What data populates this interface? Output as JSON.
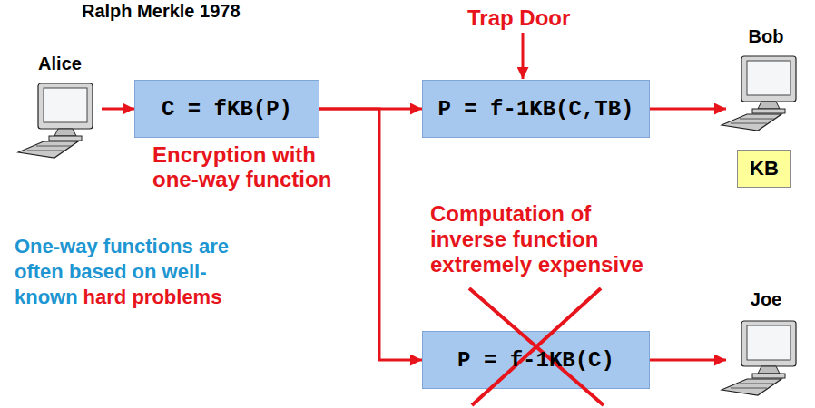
{
  "diagram": {
    "nodes": [
      {
        "text": [
          "Alice"
        ]
      },
      {
        "text": [
          "C = fKB(P)"
        ]
      },
      {
        "text": [
          "P = f-1KB(C,TB)"
        ]
      },
      {
        "text": [
          "Bob"
        ]
      },
      {
        "text": [
          "KB"
        ]
      },
      {
        "text": [
          "Joe"
        ]
      },
      {
        "text": [
          "P = f-1KB(C)"
        ]
      }
    ],
    "edges": [
      {
        "from": 0,
        "to": 1,
        "arrow": "to"
      },
      {
        "from": 1,
        "to": 2,
        "arrow": "to"
      },
      {
        "from": 1,
        "to": 6,
        "arrow": "to"
      },
      {
        "from": 2,
        "to": 3,
        "arrow": "to"
      },
      {
        "from": 6,
        "to": 5,
        "arrow": "to"
      }
    ],
    "labels": [
      "Ralph Merkle 1978",
      "Trap Door",
      "Encryption with one-way function",
      "Computation of inverse function extremely expensive",
      "One-way functions are often based on well-known",
      "hard problems"
    ]
  }
}
